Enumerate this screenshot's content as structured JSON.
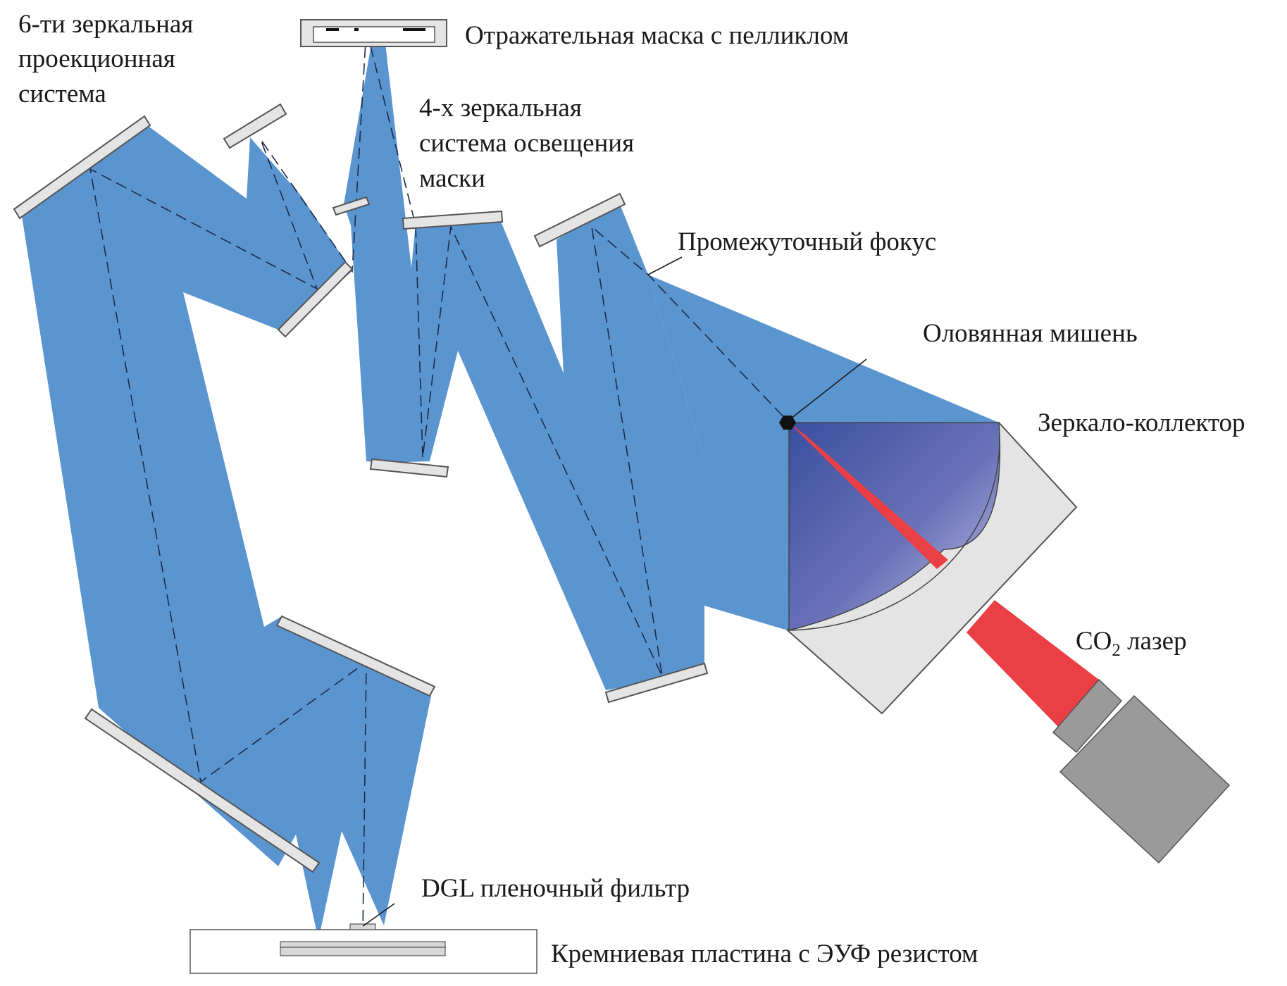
{
  "labels": {
    "projection_system": [
      "6-ти зеркальная",
      "проекционная",
      "система"
    ],
    "reflective_mask": "Отражательная маска с пелликлом",
    "illumination_system": [
      "4-х зеркальная",
      "система освещения",
      "маски"
    ],
    "intermediate_focus": "Промежуточный фокус",
    "tin_target": "Оловянная мишень",
    "collector_mirror": "Зеркало-коллектор",
    "laser_prefix": "CO",
    "laser_subscript": "2",
    "laser_suffix": " лазер",
    "dgl_filter": "DGL пленочный фильтр",
    "wafer": "Кремниевая пластина с ЭУФ резистом"
  },
  "colors": {
    "beam": "#5b95d0",
    "collector_dark": "#3a4fa0",
    "collector_light": "#b8b8e2",
    "laser": "#ea4045",
    "laser_body": "#999999",
    "mirror": "#e4e4e4"
  }
}
